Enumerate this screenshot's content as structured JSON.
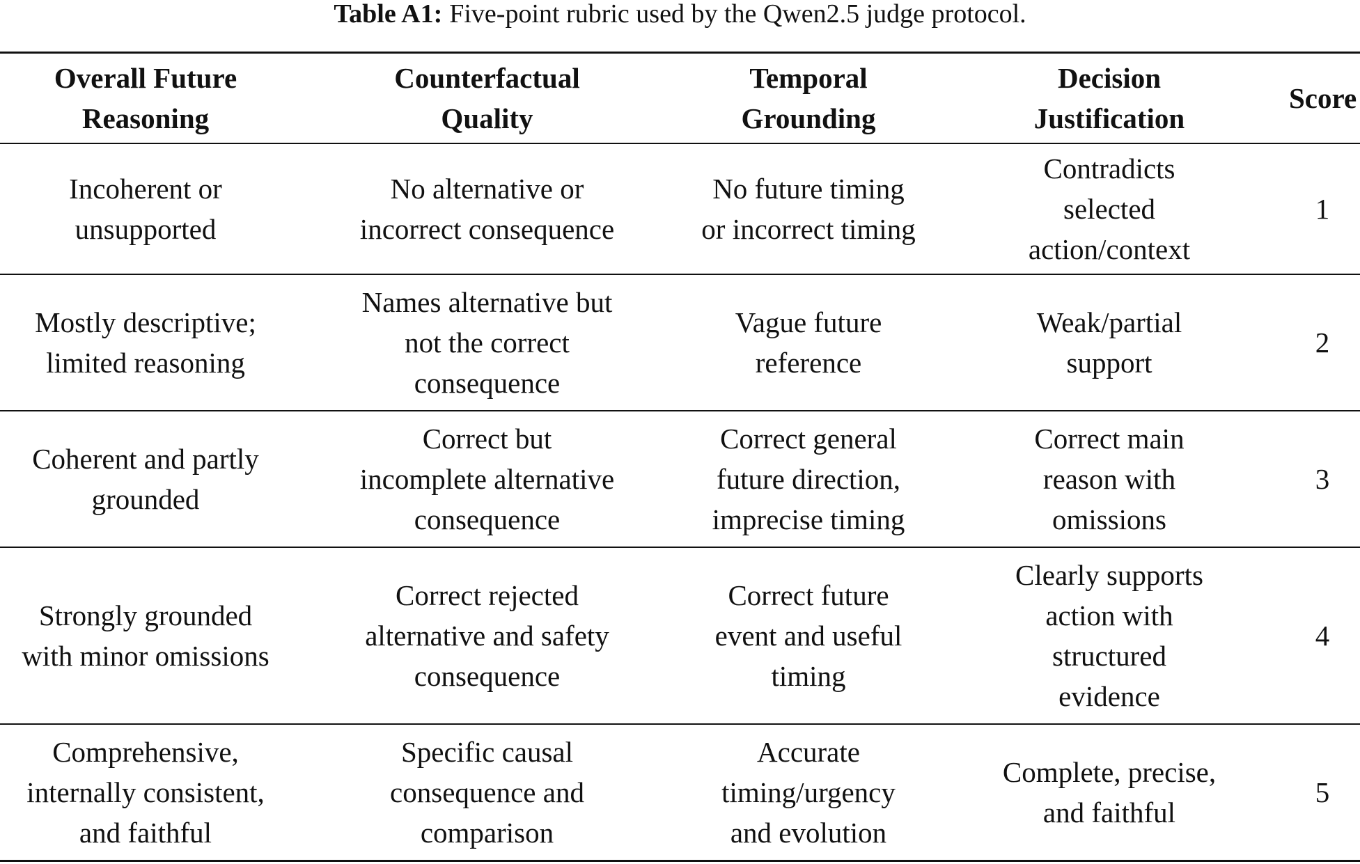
{
  "caption": {
    "label": "Table A1:",
    "text": "Five-point rubric used by the Qwen2.5 judge protocol."
  },
  "table": {
    "headers": [
      "Overall Future\nReasoning",
      "Counterfactual\nQuality",
      "Temporal\nGrounding",
      "Decision\nJustification",
      "Score"
    ],
    "rows": [
      {
        "overall": "Incoherent or\nunsupported",
        "counterfactual": "No alternative or\nincorrect consequence",
        "temporal": "No future timing\nor incorrect timing",
        "decision": "Contradicts\nselected\naction/context",
        "score": "1"
      },
      {
        "overall": "Mostly descriptive;\nlimited reasoning",
        "counterfactual": "Names alternative but\nnot the correct\nconsequence",
        "temporal": "Vague future\nreference",
        "decision": "Weak/partial\nsupport",
        "score": "2"
      },
      {
        "overall": "Coherent and partly\ngrounded",
        "counterfactual": "Correct but\nincomplete alternative\nconsequence",
        "temporal": "Correct general\nfuture direction,\nimprecise timing",
        "decision": "Correct main\nreason with\nomissions",
        "score": "3"
      },
      {
        "overall": "Strongly grounded\nwith minor omissions",
        "counterfactual": "Correct rejected\nalternative and safety\nconsequence",
        "temporal": "Correct future\nevent and useful\ntiming",
        "decision": "Clearly supports\naction with\nstructured\nevidence",
        "score": "4"
      },
      {
        "overall": "Comprehensive,\ninternally consistent,\nand faithful",
        "counterfactual": "Specific causal\nconsequence and\ncomparison",
        "temporal": "Accurate\ntiming/urgency\nand evolution",
        "decision": "Complete, precise,\nand faithful",
        "score": "5"
      }
    ]
  }
}
